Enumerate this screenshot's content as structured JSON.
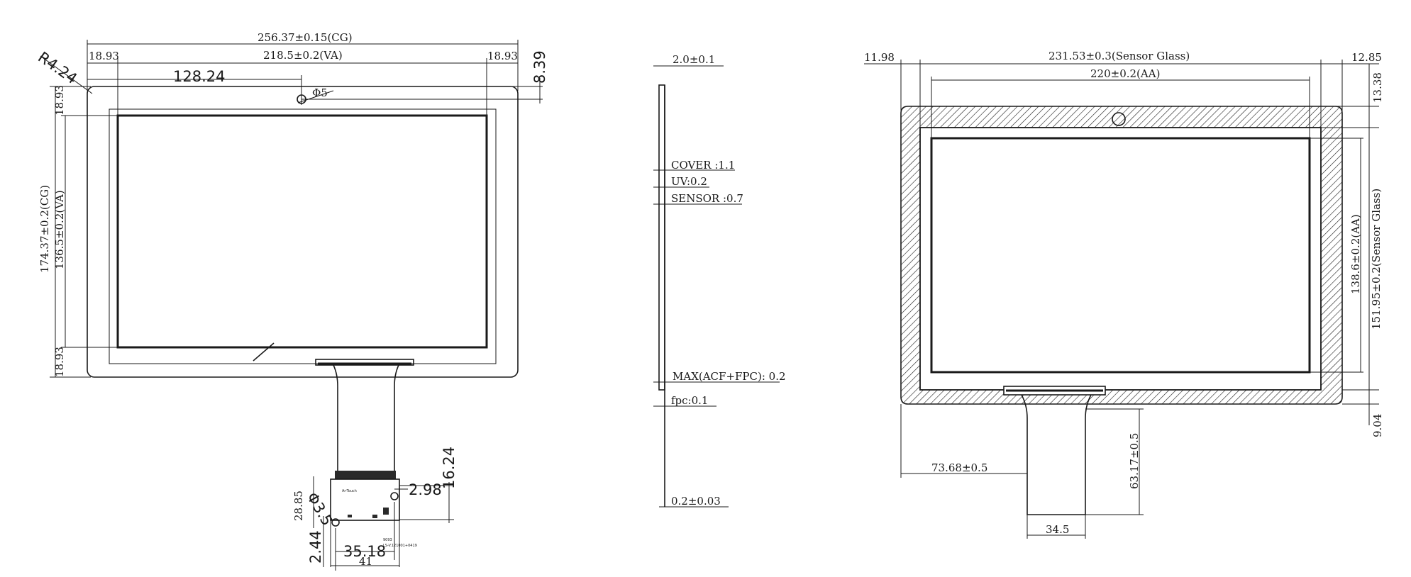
{
  "front_view": {
    "cg_width": "256.37±0.15(CG)",
    "va_width": "218.5±0.2(VA)",
    "border_left": "18.93",
    "border_right": "18.93",
    "center_offset": "128.24",
    "radius": "R4.24",
    "top_offset": "8.39",
    "hole_diameter": "Φ5",
    "border_top": "18.93",
    "border_bottom": "18.93",
    "cg_height": "174.37±0.2(CG)",
    "va_height": "136.5±0.2(VA)"
  },
  "connector": {
    "height_16_24": "16.24",
    "offset_2_98": "2.98",
    "height_28_85": "28.85",
    "hole": "Φ3.5",
    "offset_2_44": "2.44",
    "width_35_18": "35.18",
    "width_41": "41",
    "brand_label": "Ar-Touch",
    "marking_1": "9093",
    "marking_2": "LS-V.121001+0419"
  },
  "side_view": {
    "total_thickness": "2.0±0.1",
    "cover": "COVER :1.1",
    "uv": "UV:0.2",
    "sensor": "SENSOR :0.7",
    "max_acf_fpc": "MAX(ACF+FPC): 0.2",
    "fpc": "fpc:0.1",
    "fpc_thickness": "0.2±0.03"
  },
  "back_view": {
    "left_margin": "11.98",
    "sensor_width": "231.53±0.3(Sensor Glass)",
    "right_margin": "12.85",
    "aa_width": "220±0.2(AA)",
    "top_margin": "13.38",
    "aa_height": "138.6±0.2(AA)",
    "sensor_height": "151.95±0.2(Sensor Glass)",
    "bottom_margin": "9.04",
    "fpc_offset": "73.68±0.5",
    "fpc_length": "63.17±0.5",
    "fpc_width": "34.5"
  }
}
